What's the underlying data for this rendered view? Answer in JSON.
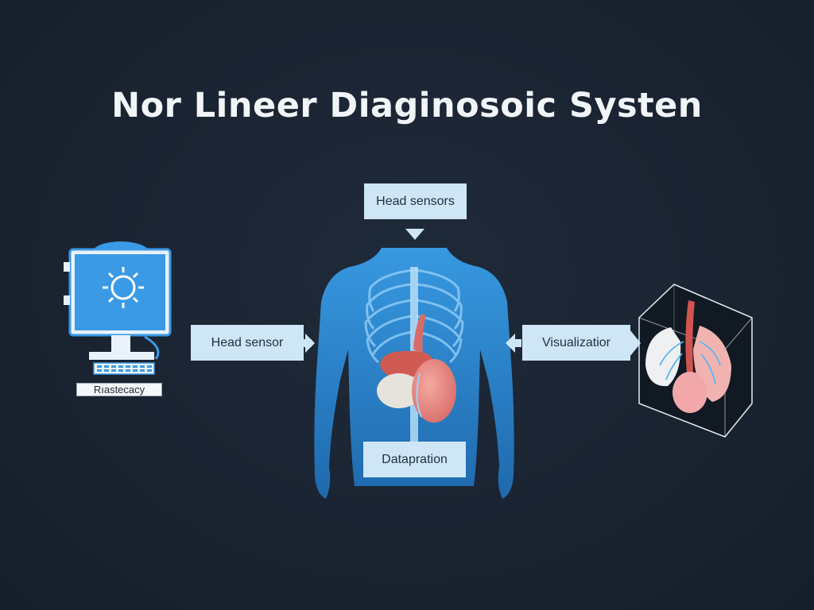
{
  "title": "Nor Lineer Diaginosoic Systen",
  "nodes": {
    "top_label": "Head sensors",
    "left_label": "Head sensor",
    "right_label": "Visualizatior",
    "bottom_label": "Datapration",
    "computer_caption": "Rıastecacy"
  },
  "colors": {
    "background": "#1a2433",
    "label_fill": "#cfe6f6",
    "body_blue": "#2f8fdc",
    "screen_blue": "#3a9ae6"
  },
  "icons": {
    "computer": "monitor-icon",
    "body": "human-torso-xray-icon",
    "lungs_cube": "lungs-3d-cube-icon"
  }
}
